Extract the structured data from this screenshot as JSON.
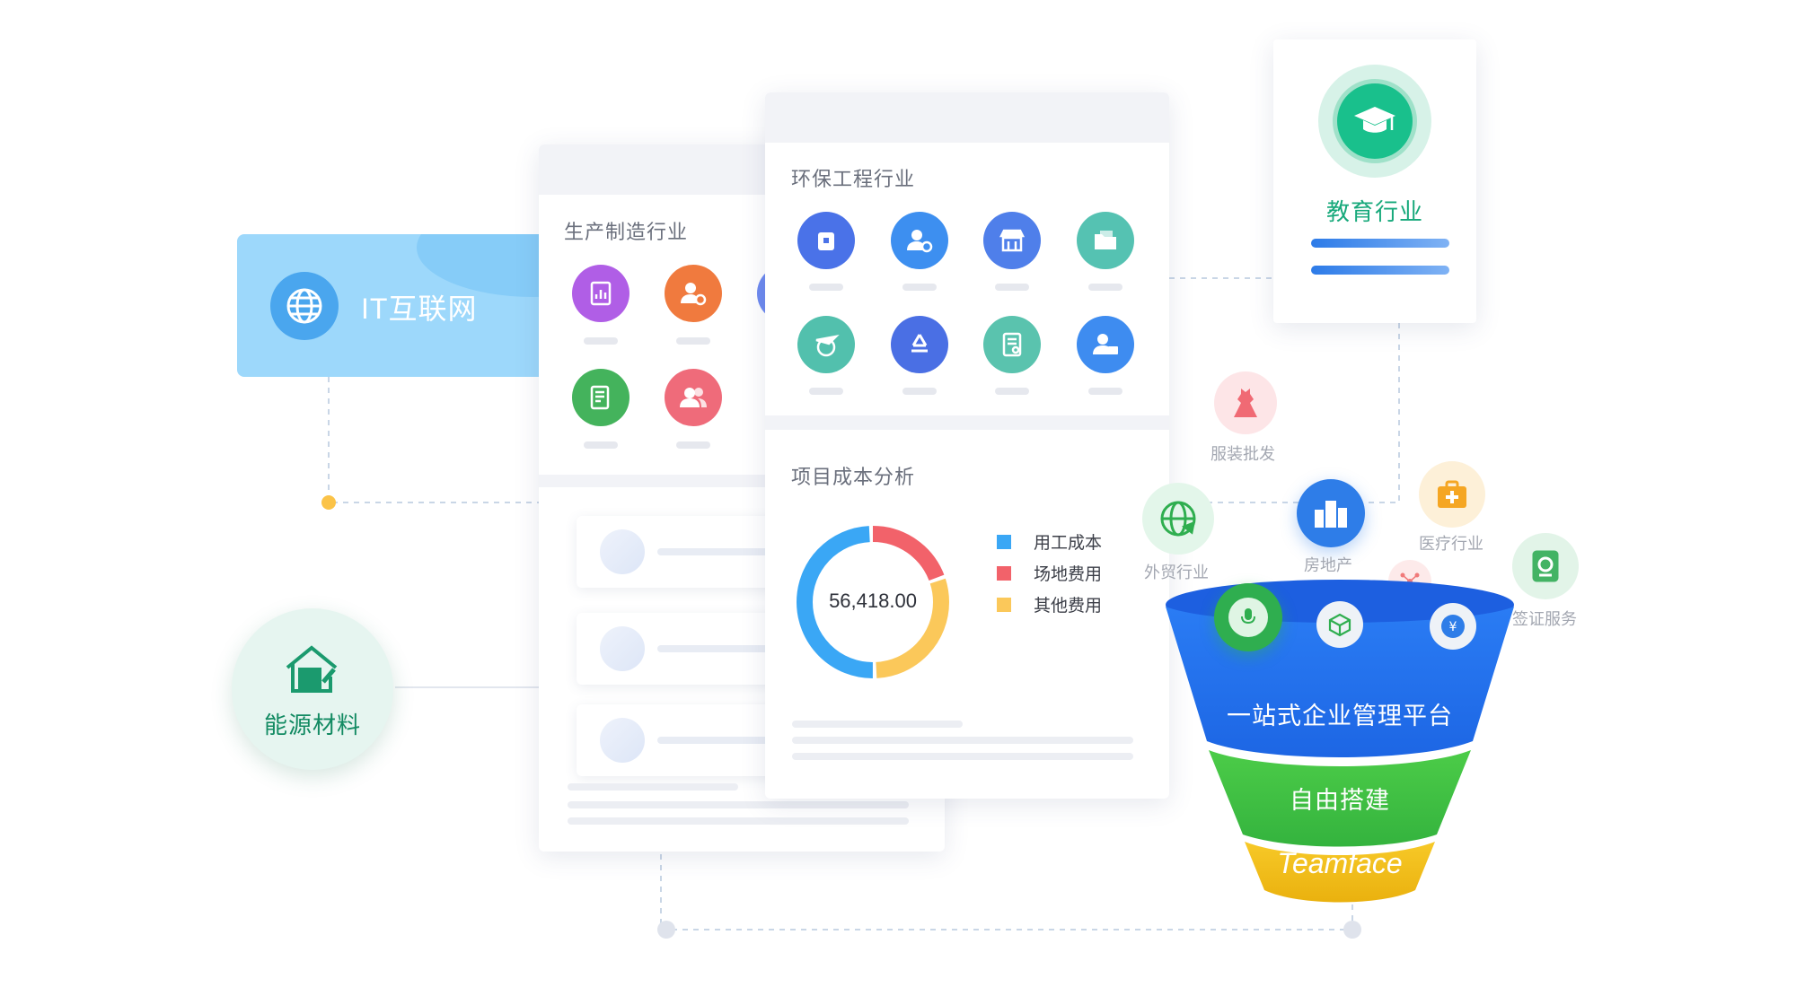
{
  "colors": {
    "it_panel": "#9dd8fb",
    "education_green": "#1ab88a",
    "energy_green": "#138a63",
    "funnel_blue": "#1f6fee",
    "funnel_green": "#3ec144",
    "funnel_yellow": "#f3c016"
  },
  "it_card": {
    "label": "IT互联网",
    "icon": "globe-icon"
  },
  "energy_card": {
    "label": "能源材料",
    "icon": "house-grid-icon"
  },
  "education_card": {
    "label": "教育行业",
    "icon": "graduation-cap-icon"
  },
  "manufacturing_card": {
    "title": "生产制造行业",
    "icons": [
      {
        "name": "report-chart-icon",
        "color": "#b05ee6"
      },
      {
        "name": "user-gear-icon",
        "color": "#f07a3e"
      },
      {
        "name": "document-sales-icon",
        "color": "#44b35c"
      },
      {
        "name": "users-icon",
        "color": "#ef6b7a"
      }
    ]
  },
  "env_card": {
    "title": "环保工程行业",
    "icons": [
      {
        "name": "lock-document-icon",
        "color": "#4a72e8"
      },
      {
        "name": "user-gear-icon",
        "color": "#3d8ff0"
      },
      {
        "name": "storefront-icon",
        "color": "#4f7fea"
      },
      {
        "name": "folder-icon",
        "color": "#55c2b2"
      },
      {
        "name": "plane-globe-icon",
        "color": "#52c0ad"
      },
      {
        "name": "recycle-icon",
        "color": "#4a6fe4"
      },
      {
        "name": "document-settings-icon",
        "color": "#5ac3ae"
      },
      {
        "name": "user-card-icon",
        "color": "#3e8cf0"
      }
    ]
  },
  "cost_card": {
    "title": "项目成本分析",
    "total": "56,418.00"
  },
  "chart_data": {
    "type": "pie",
    "variant": "donut",
    "title": "项目成本分析",
    "center_label": "56,418.00",
    "legend_position": "right",
    "categories": [
      "用工成本",
      "场地费用",
      "其他费用"
    ],
    "values": [
      50,
      20,
      30
    ],
    "colors": [
      "#3aa7f5",
      "#f2626a",
      "#fbc85a"
    ]
  },
  "floating_industries": [
    {
      "label": "服装批发",
      "icon": "dress-icon",
      "color": "#f06a74",
      "bg": "#fde5e7"
    },
    {
      "label": "外贸行业",
      "icon": "globe-trade-icon",
      "color": "#2fae4f",
      "bg": "#e3f6ea"
    },
    {
      "label": "房地产",
      "icon": "buildings-icon",
      "color": "#ffffff",
      "bg": "#2e7de8"
    },
    {
      "label": "医疗行业",
      "icon": "medical-kit-icon",
      "color": "#f5a623",
      "bg": "#fdf0d8"
    },
    {
      "label": "签证服务",
      "icon": "passport-icon",
      "color": "#43b364",
      "bg": "#e2f4e8"
    }
  ],
  "funnel": {
    "top": "一站式企业管理平台",
    "middle": "自由搭建",
    "bottom": "Teamface",
    "rim_icons": [
      "mic-icon",
      "cube-icon",
      "network-icon",
      "yuan-coin-icon"
    ]
  }
}
